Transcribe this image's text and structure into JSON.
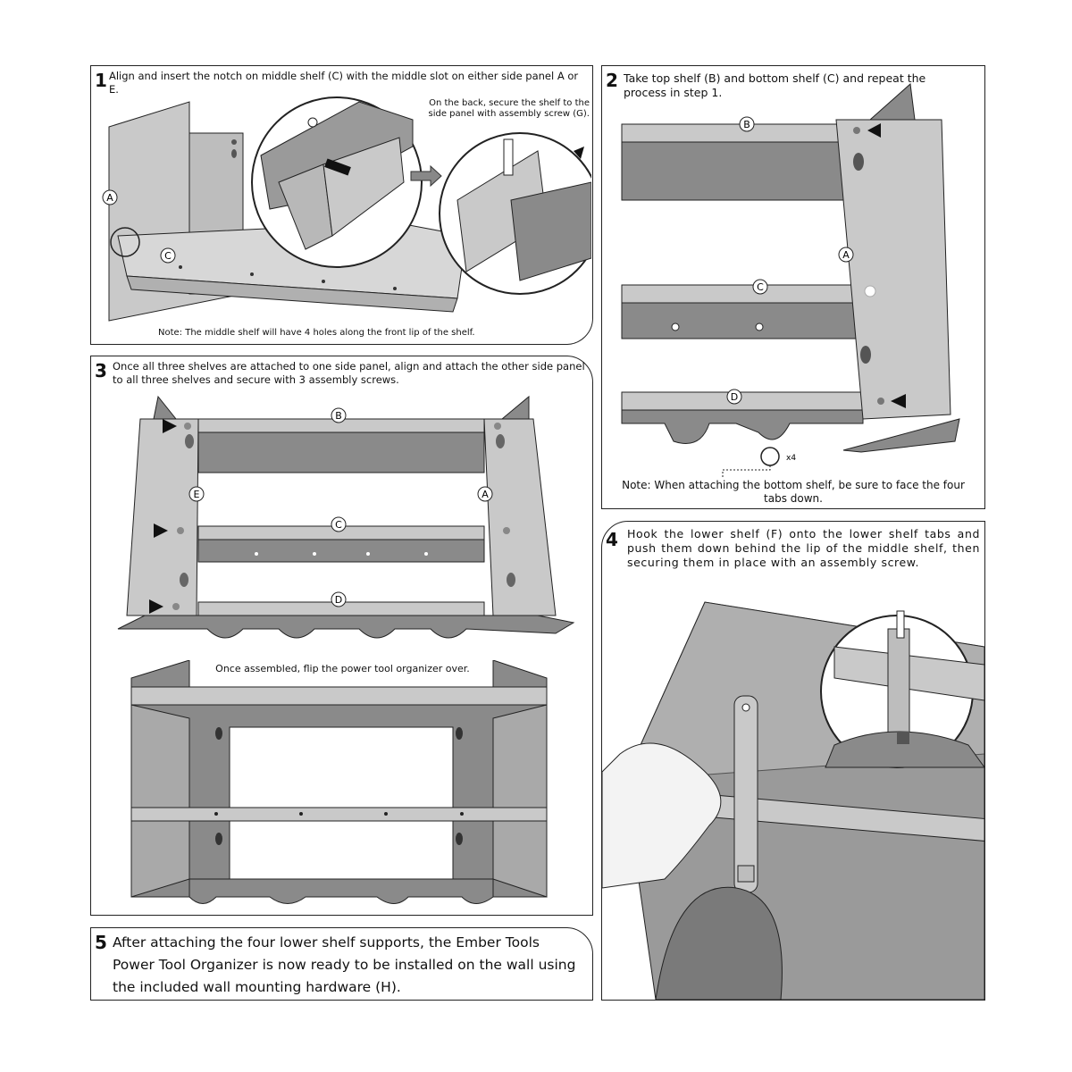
{
  "step1": {
    "number": "1",
    "text": "Align and insert the notch on middle shelf (C) with the middle slot on either side panel A or E.",
    "callout": "On the back, secure the shelf to the side panel with assembly screw (G).",
    "note": "Note: The middle shelf will have 4 holes along the front lip of the shelf.",
    "labels": [
      "A",
      "C"
    ]
  },
  "step2": {
    "number": "2",
    "text": "Take top shelf (B) and bottom shelf (C) and repeat the process in step 1.",
    "note": "Note: When attaching the bottom shelf, be sure to face the four tabs down.",
    "labels": [
      "B",
      "A",
      "C",
      "D"
    ],
    "multiplier": "x4"
  },
  "step3": {
    "number": "3",
    "text": "Once all three shelves are attached to one side panel, align and attach the other side panel to all three shelves and secure with 3 assembly screws.",
    "subtext": "Once assembled, flip the power tool organizer over.",
    "labels": [
      "B",
      "E",
      "A",
      "C",
      "D"
    ]
  },
  "step4": {
    "number": "4",
    "text": "Hook the lower shelf (F) onto the lower shelf tabs and push them down behind the lip of the middle shelf, then securing them in place with an assembly screw."
  },
  "step5": {
    "number": "5",
    "text": "After attaching the four lower shelf supports, the Ember Tools Power Tool Organizer is now ready to be installed on the wall using the included wall mounting hardware (H)."
  },
  "colors": {
    "metal_dark": "#8a8a8a",
    "metal_mid": "#a9a9a9",
    "metal_light": "#c9c9c9",
    "line": "#222222"
  }
}
